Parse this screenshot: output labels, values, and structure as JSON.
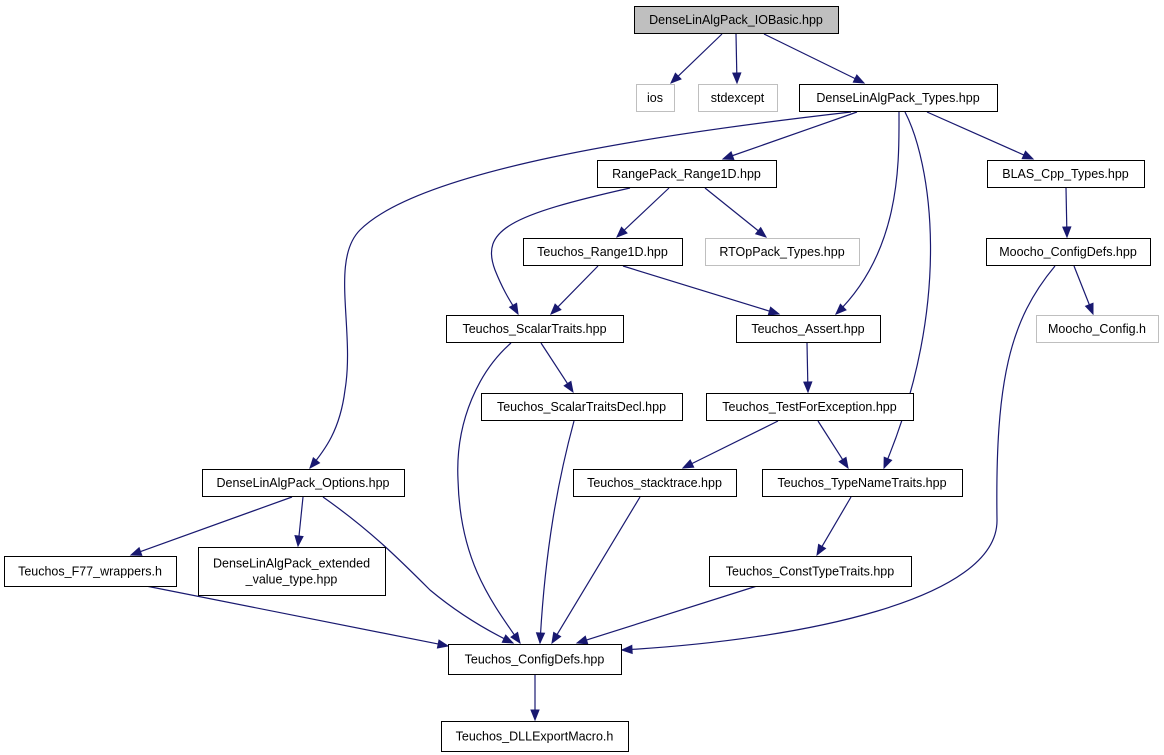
{
  "diagram": {
    "nodes": [
      {
        "id": "root",
        "label": [
          "DenseLinAlgPack_IOBasic.hpp"
        ],
        "kind": "root"
      },
      {
        "id": "ios",
        "label": [
          "ios"
        ],
        "kind": "external"
      },
      {
        "id": "stdexcept",
        "label": [
          "stdexcept"
        ],
        "kind": "external"
      },
      {
        "id": "types",
        "label": [
          "DenseLinAlgPack_Types.hpp"
        ],
        "kind": "file"
      },
      {
        "id": "range",
        "label": [
          "RangePack_Range1D.hpp"
        ],
        "kind": "file"
      },
      {
        "id": "blas",
        "label": [
          "BLAS_Cpp_Types.hpp"
        ],
        "kind": "file"
      },
      {
        "id": "trange",
        "label": [
          "Teuchos_Range1D.hpp"
        ],
        "kind": "file"
      },
      {
        "id": "rtop",
        "label": [
          "RTOpPack_Types.hpp"
        ],
        "kind": "external"
      },
      {
        "id": "moochodefs",
        "label": [
          "Moocho_ConfigDefs.hpp"
        ],
        "kind": "file"
      },
      {
        "id": "scalar",
        "label": [
          "Teuchos_ScalarTraits.hpp"
        ],
        "kind": "file"
      },
      {
        "id": "assert",
        "label": [
          "Teuchos_Assert.hpp"
        ],
        "kind": "file"
      },
      {
        "id": "moochoconfig",
        "label": [
          "Moocho_Config.h"
        ],
        "kind": "external"
      },
      {
        "id": "scalardecl",
        "label": [
          "Teuchos_ScalarTraitsDecl.hpp"
        ],
        "kind": "file"
      },
      {
        "id": "testexc",
        "label": [
          "Teuchos_TestForException.hpp"
        ],
        "kind": "file"
      },
      {
        "id": "options",
        "label": [
          "DenseLinAlgPack_Options.hpp"
        ],
        "kind": "file"
      },
      {
        "id": "stack",
        "label": [
          "Teuchos_stacktrace.hpp"
        ],
        "kind": "file"
      },
      {
        "id": "typename",
        "label": [
          "Teuchos_TypeNameTraits.hpp"
        ],
        "kind": "file"
      },
      {
        "id": "f77",
        "label": [
          "Teuchos_F77_wrappers.h"
        ],
        "kind": "file"
      },
      {
        "id": "extended",
        "label": [
          "DenseLinAlgPack_extended",
          "_value_type.hpp"
        ],
        "kind": "file"
      },
      {
        "id": "consttype",
        "label": [
          "Teuchos_ConstTypeTraits.hpp"
        ],
        "kind": "file"
      },
      {
        "id": "configdefs",
        "label": [
          "Teuchos_ConfigDefs.hpp"
        ],
        "kind": "file"
      },
      {
        "id": "dll",
        "label": [
          "Teuchos_DLLExportMacro.h"
        ],
        "kind": "file"
      }
    ],
    "edges": [
      {
        "from": "root",
        "to": "ios"
      },
      {
        "from": "root",
        "to": "stdexcept"
      },
      {
        "from": "root",
        "to": "types"
      },
      {
        "from": "types",
        "to": "range"
      },
      {
        "from": "types",
        "to": "blas"
      },
      {
        "from": "types",
        "to": "assert"
      },
      {
        "from": "types",
        "to": "typename"
      },
      {
        "from": "types",
        "to": "options"
      },
      {
        "from": "range",
        "to": "trange"
      },
      {
        "from": "range",
        "to": "rtop"
      },
      {
        "from": "range",
        "to": "scalar"
      },
      {
        "from": "trange",
        "to": "scalar"
      },
      {
        "from": "trange",
        "to": "assert"
      },
      {
        "from": "blas",
        "to": "moochodefs"
      },
      {
        "from": "moochodefs",
        "to": "moochoconfig"
      },
      {
        "from": "moochodefs",
        "to": "configdefs"
      },
      {
        "from": "scalar",
        "to": "scalardecl"
      },
      {
        "from": "scalar",
        "to": "configdefs"
      },
      {
        "from": "assert",
        "to": "testexc"
      },
      {
        "from": "scalardecl",
        "to": "configdefs"
      },
      {
        "from": "testexc",
        "to": "stack"
      },
      {
        "from": "testexc",
        "to": "typename"
      },
      {
        "from": "stack",
        "to": "configdefs"
      },
      {
        "from": "typename",
        "to": "consttype"
      },
      {
        "from": "consttype",
        "to": "configdefs"
      },
      {
        "from": "options",
        "to": "f77"
      },
      {
        "from": "options",
        "to": "extended"
      },
      {
        "from": "options",
        "to": "configdefs"
      },
      {
        "from": "f77",
        "to": "configdefs"
      },
      {
        "from": "configdefs",
        "to": "dll"
      }
    ]
  },
  "colors": {
    "edge": "#191970",
    "node_border": "#000000",
    "external_border": "#bfbfbf",
    "root_fill": "#bfbfbf",
    "background": "#ffffff"
  }
}
